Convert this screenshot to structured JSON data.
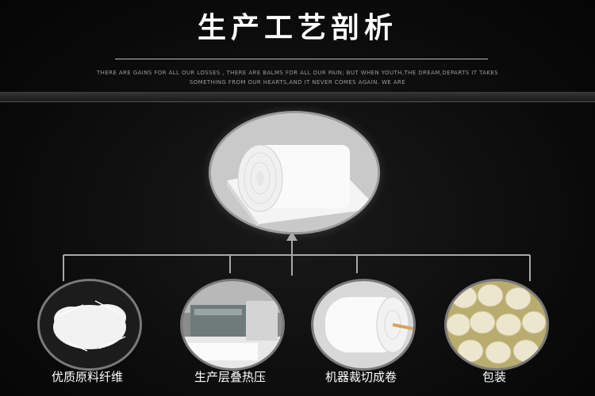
{
  "header": {
    "title": "生产工艺剖析",
    "tagline_line1": "THERE ARE GAINS FOR ALL OUR LOSSES , THERE ARE BALMS FOR ALL OUR PAIN; BUT WHEN YOUTH,THE DREAM,DEPARTS IT TAKES",
    "tagline_line2": "SOMETHING FROM OUR HEARTS,AND IT NEVER COMES AGAIN. WE ARE"
  },
  "steps": [
    {
      "label": "优质原料纤维",
      "icon": "fiber-image"
    },
    {
      "label": "生产层叠热压",
      "icon": "production-line-image"
    },
    {
      "label": "机器裁切成卷",
      "icon": "cut-roll-image"
    },
    {
      "label": "包装",
      "icon": "packaging-image"
    }
  ],
  "hero": {
    "icon": "cotton-roll-image"
  },
  "colors": {
    "background": "#0c0c0c",
    "text": "#ffffff",
    "line": "#9a9a9a"
  }
}
